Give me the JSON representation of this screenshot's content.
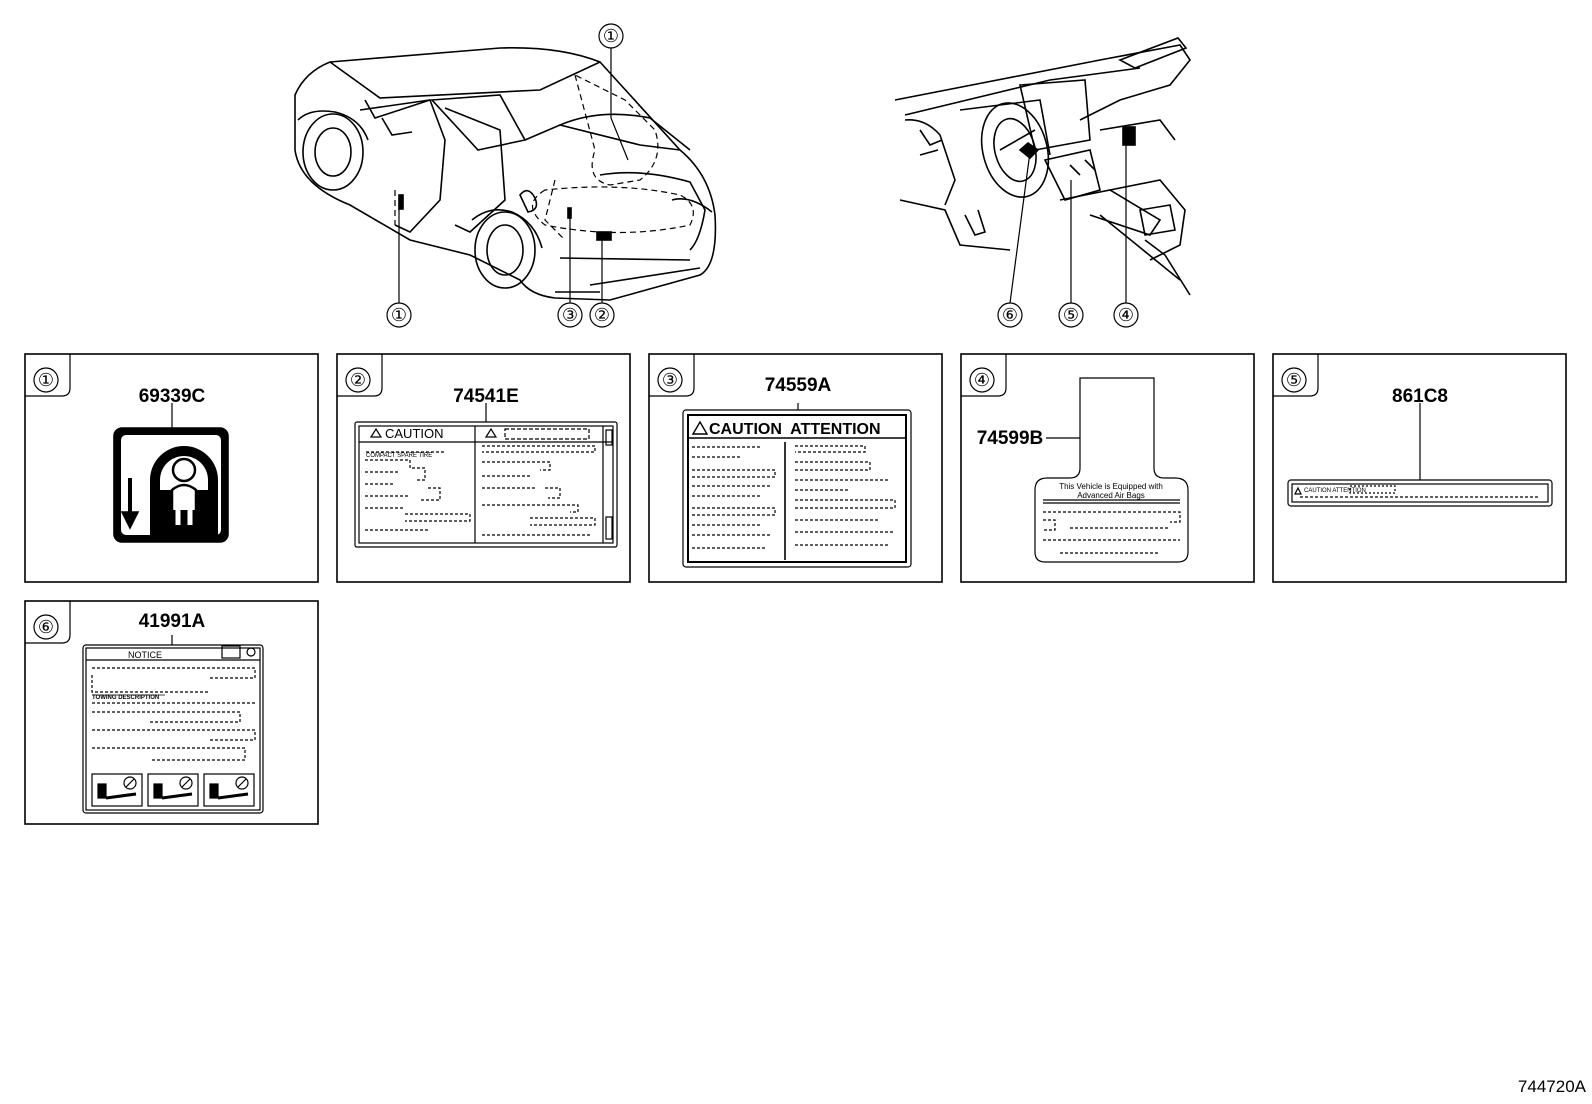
{
  "figure_id": "744720A",
  "callouts": {
    "c1": "①",
    "c2": "②",
    "c3": "③",
    "c4": "④",
    "c5": "⑤",
    "c6": "⑥"
  },
  "panels": [
    {
      "num": "①",
      "part": "69339C"
    },
    {
      "num": "②",
      "part": "74541E"
    },
    {
      "num": "③",
      "part": "74559A"
    },
    {
      "num": "④",
      "part": "74599B"
    },
    {
      "num": "⑤",
      "part": "861C8"
    },
    {
      "num": "⑥",
      "part": "41991A"
    }
  ],
  "labels": {
    "caution": "CAUTION",
    "caution_attention": "CAUTION  ATTENTION",
    "compact_spare_tire": "COMPACT SPARE TIRE",
    "airbag_line1": "This Vehicle is Equipped with",
    "airbag_line2": "Advanced Air Bags",
    "caution_attention_small": "CAUTION ATTENTION",
    "notice": "NOTICE",
    "towing_description": "TOWING DESCRIPTION"
  }
}
